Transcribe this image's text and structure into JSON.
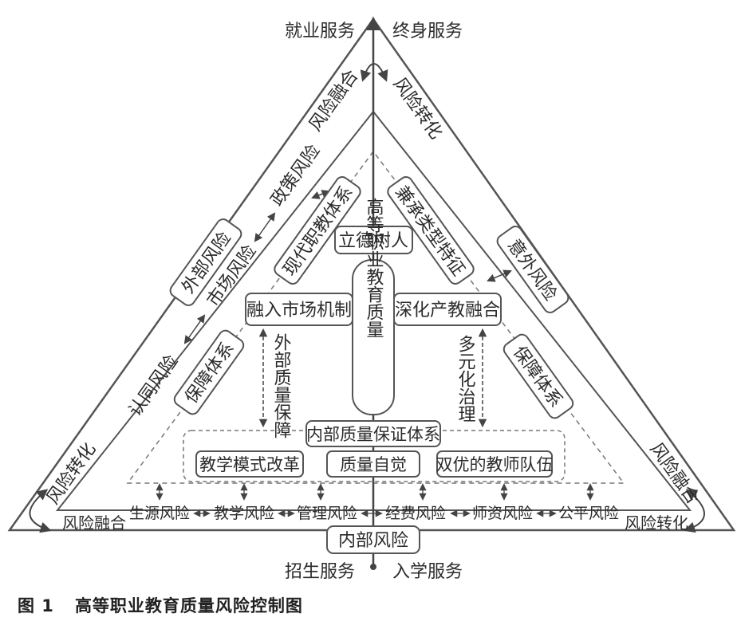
{
  "top": {
    "left_label": "就业服务",
    "right_label": "终身服务"
  },
  "bottom": {
    "left_label": "招生服务",
    "right_label": "入学服务"
  },
  "outer_edges": {
    "left_top": "风险融合",
    "right_top": "风险转化",
    "left_bottom": "风险转化",
    "right_bottom": "风险融合",
    "bottom_left": "风险融合",
    "bottom_right": "风险转化"
  },
  "external_risks": {
    "group_label": "外部风险",
    "policy": "政策风险",
    "market": "市场风险",
    "recognition": "认同风险",
    "accident": "意外风险"
  },
  "internal_risks": {
    "group_label": "内部风险",
    "items": [
      "生源风险",
      "教学风险",
      "管理风险",
      "经费风险",
      "师资风险",
      "公平风险"
    ]
  },
  "inner": {
    "modern_system": "现代职教体系",
    "dual_type": "兼承类型特征",
    "guarantee_left": "保障体系",
    "guarantee_right": "保障体系",
    "moral": "立德树人",
    "core": "高等职业教育质量",
    "market_mechanism": "融入市场机制",
    "industry_education": "深化产教融合",
    "external_quality": "外部质量保障",
    "diverse_governance": "多元化治理",
    "internal_quality": "内部质量保证体系",
    "teaching_reform": "教学模式改革",
    "quality_awareness": "质量自觉",
    "teachers": "双优的教师队伍"
  },
  "caption": {
    "number": "图 1",
    "title": "高等职业教育质量风险控制图"
  }
}
